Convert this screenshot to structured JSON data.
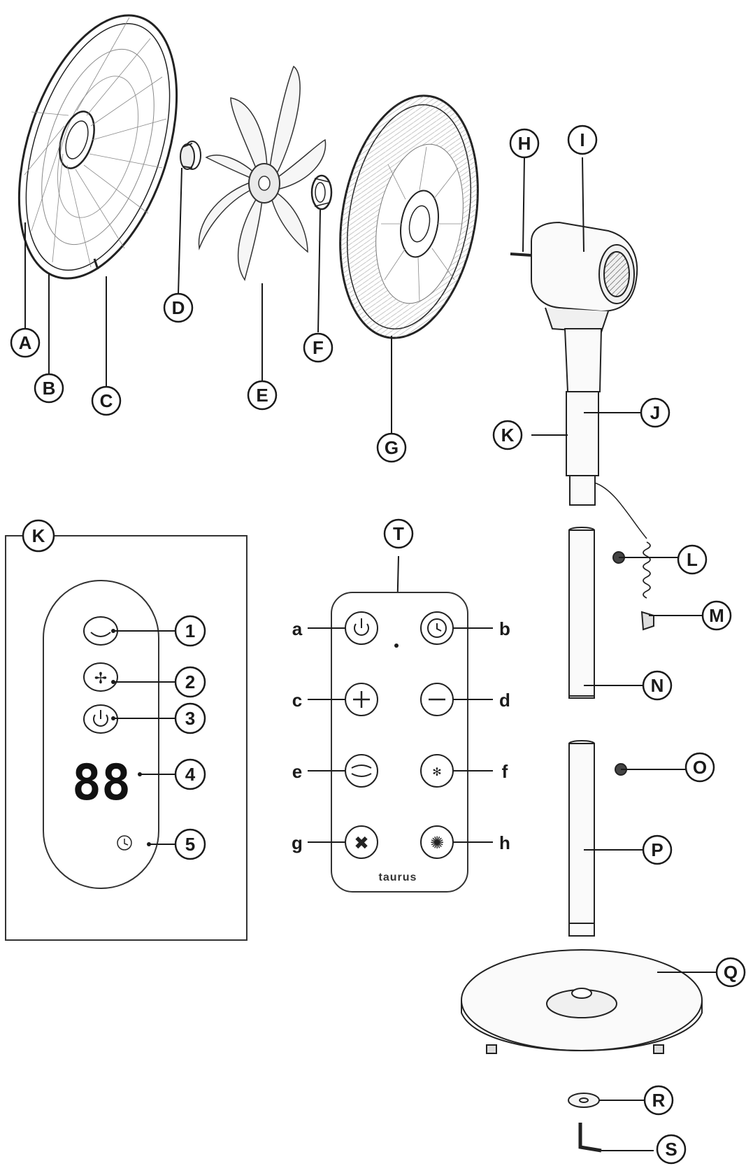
{
  "callouts": {
    "A": "A",
    "B": "B",
    "C": "C",
    "D": "D",
    "E": "E",
    "F": "F",
    "G": "G",
    "H": "H",
    "I": "I",
    "J": "J",
    "K": "K",
    "L": "L",
    "M": "M",
    "N": "N",
    "O": "O",
    "P": "P",
    "Q": "Q",
    "R": "R",
    "S": "S",
    "T": "T",
    "K_panel": "K"
  },
  "control_panel": {
    "display": "88",
    "numbers": [
      "1",
      "2",
      "3",
      "4",
      "5"
    ]
  },
  "remote": {
    "letters": [
      "a",
      "b",
      "c",
      "d",
      "e",
      "f",
      "g",
      "h"
    ],
    "brand": "taurus"
  },
  "icons": {
    "panel": [
      "swing-icon",
      "fan-icon",
      "power-icon",
      "display",
      "timer-icon"
    ],
    "remote": [
      "power-icon",
      "timer-icon",
      "plus-icon",
      "minus-icon",
      "oscillation-icon",
      "mode-icon",
      "speed-icon",
      "breeze-icon"
    ]
  },
  "colors": {
    "line": "#1a1a1a",
    "light": "#555555"
  }
}
